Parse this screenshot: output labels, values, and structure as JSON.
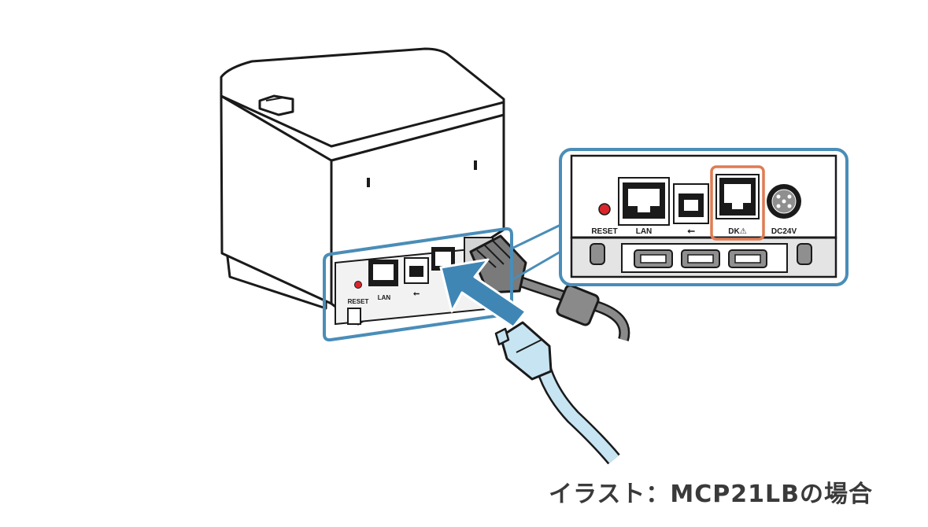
{
  "caption": "イラスト：MCP21LBの場合",
  "labels": {
    "reset": "RESET",
    "lan": "LAN",
    "usb_symbol": "⭠",
    "dk": "DK⚠",
    "dc24v": "DC24V"
  },
  "colors": {
    "callout_border": "#4a8db8",
    "dk_highlight": "#e07b52",
    "arrow": "#3f86b5",
    "cable": "#c7e4f2",
    "outline": "#1a1a1a",
    "reset_button": "#d9262c"
  },
  "icons": {
    "arrow": "insert-direction-arrow",
    "cable": "drawer-kick-cable",
    "printer": "receipt-printer"
  }
}
